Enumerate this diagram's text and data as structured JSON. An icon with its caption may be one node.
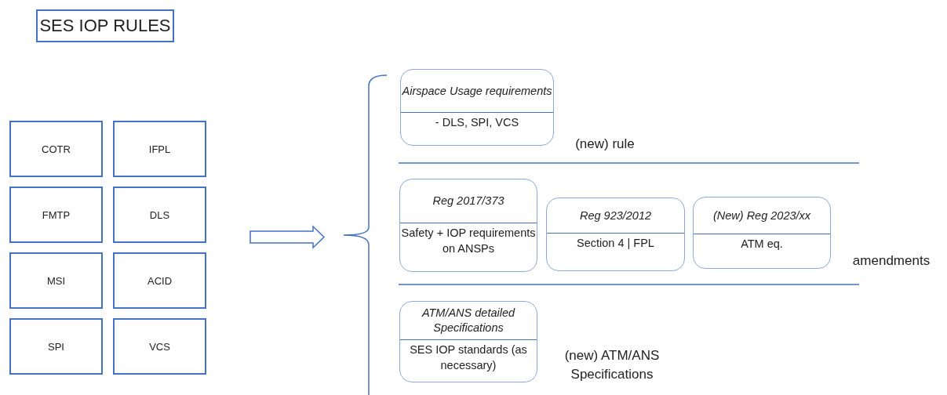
{
  "diagram": {
    "title": "SES IOP RULES",
    "nodes": [
      {
        "text": [
          "COTR"
        ]
      },
      {
        "text": [
          "IFPL"
        ]
      },
      {
        "text": [
          "FMTP"
        ]
      },
      {
        "text": [
          "DLS"
        ]
      },
      {
        "text": [
          "MSI"
        ]
      },
      {
        "text": [
          "ACID"
        ]
      },
      {
        "text": [
          "SPI"
        ]
      },
      {
        "text": [
          "VCS"
        ]
      },
      {
        "text": [
          "Airspace Usage requirements",
          "- DLS, SPI, VCS"
        ]
      },
      {
        "text": [
          "Reg 2017/373",
          "Safety + IOP requirements on ANSPs"
        ]
      },
      {
        "text": [
          "Reg 923/2012",
          "Section 4 | FPL"
        ]
      },
      {
        "text": [
          "(New) Reg 2023/xx",
          "ATM eq."
        ]
      },
      {
        "text": [
          "ATM/ANS detailed Specifications",
          "SES IOP standards (as necessary)"
        ]
      }
    ],
    "labels": [
      "(new) rule",
      "amendments",
      "(new) ATM/ANS Specifications"
    ]
  }
}
